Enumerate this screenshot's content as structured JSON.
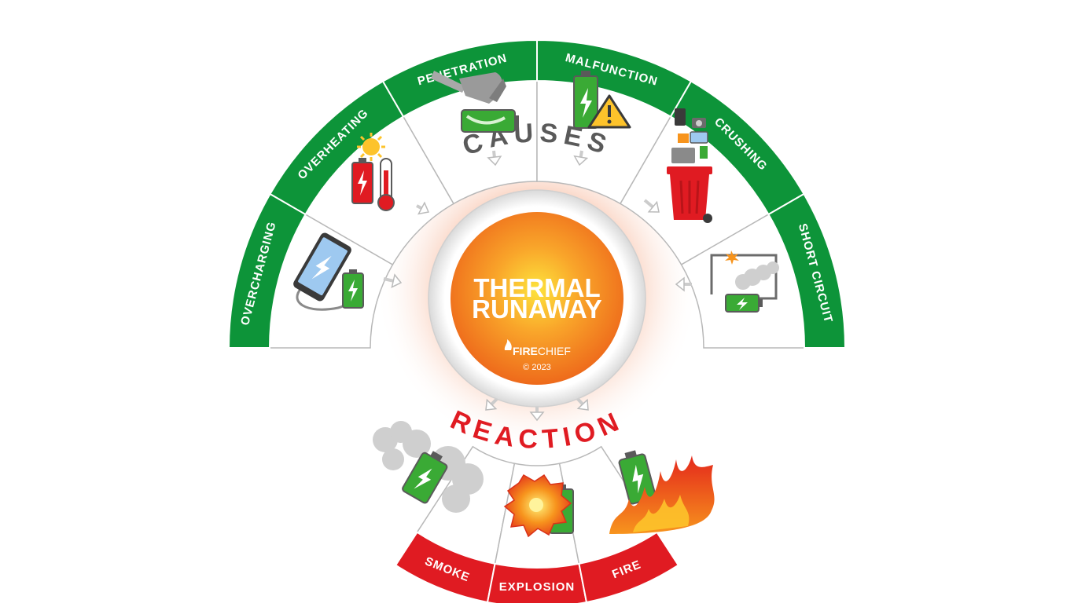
{
  "diagram": {
    "causes_title": "CAUSES",
    "reaction_title": "REACTION",
    "center": {
      "line1": "THERMAL",
      "line2": "RUNAWAY",
      "brand_fire": "FIRE",
      "brand_chief": "CHIEF",
      "copyright": "© 2023"
    },
    "causes": [
      {
        "label": "OVERCHARGING",
        "icon": "phone-charging-battery-icon"
      },
      {
        "label": "OVERHEATING",
        "icon": "battery-thermometer-sun-icon"
      },
      {
        "label": "PENETRATION",
        "icon": "hammer-battery-icon"
      },
      {
        "label": "MALFUNCTION",
        "icon": "battery-warning-icon"
      },
      {
        "label": "CRUSHING",
        "icon": "devices-in-bin-icon"
      },
      {
        "label": "SHORT CIRCUIT",
        "icon": "short-circuit-battery-icon"
      }
    ],
    "reactions": [
      {
        "label": "SMOKE",
        "icon": "smoking-battery-icon"
      },
      {
        "label": "EXPLOSION",
        "icon": "exploding-battery-icon"
      },
      {
        "label": "FIRE",
        "icon": "burning-battery-icon"
      }
    ],
    "colors": {
      "causes_green": "#0d9439",
      "reaction_red": "#e01b22",
      "causes_text": "#5a5a5a",
      "core_orange": "#f47b20",
      "core_yellow": "#fdd33a",
      "battery_green": "#3aaa35"
    }
  }
}
